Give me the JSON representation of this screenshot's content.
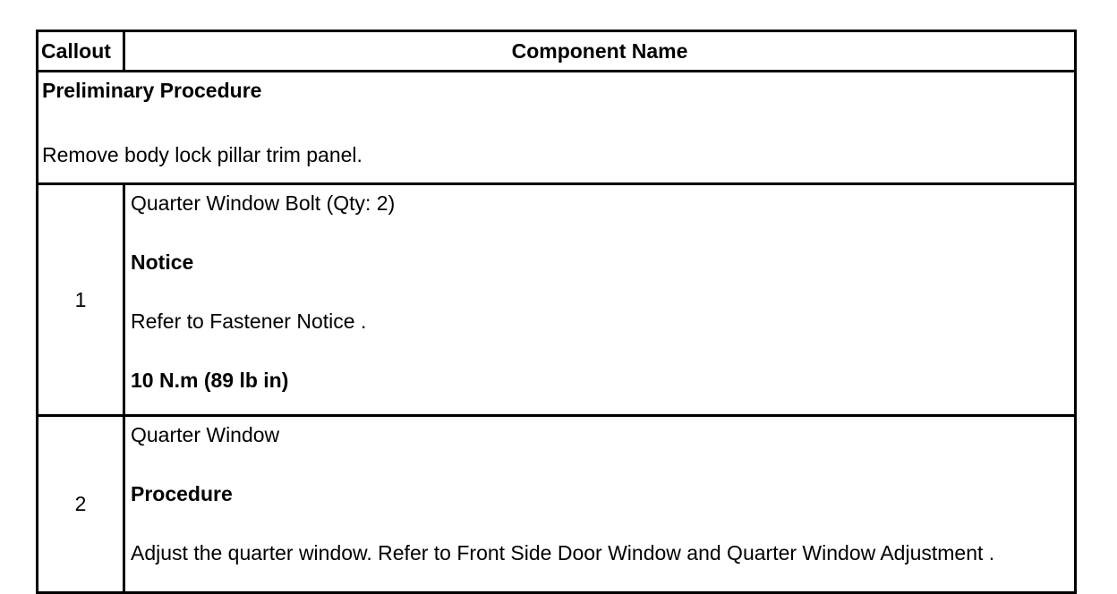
{
  "table": {
    "header": {
      "callout": "Callout",
      "component_name": "Component Name"
    },
    "preliminary": {
      "title": "Preliminary Procedure",
      "body": "Remove body lock pillar trim panel."
    },
    "rows": [
      {
        "callout": "1",
        "lines": [
          {
            "text": "Quarter Window Bolt (Qty: 2)",
            "bold": false
          },
          {
            "text": "Notice",
            "bold": true
          },
          {
            "text": "Refer to Fastener Notice .",
            "bold": false
          },
          {
            "text": "10 N.m (89 lb in)",
            "bold": true
          }
        ]
      },
      {
        "callout": "2",
        "lines": [
          {
            "text": "Quarter Window",
            "bold": false
          },
          {
            "text": "Procedure",
            "bold": true
          },
          {
            "text": "Adjust the quarter window. Refer to Front Side Door Window and Quarter Window Adjustment .",
            "bold": false
          }
        ]
      }
    ]
  }
}
